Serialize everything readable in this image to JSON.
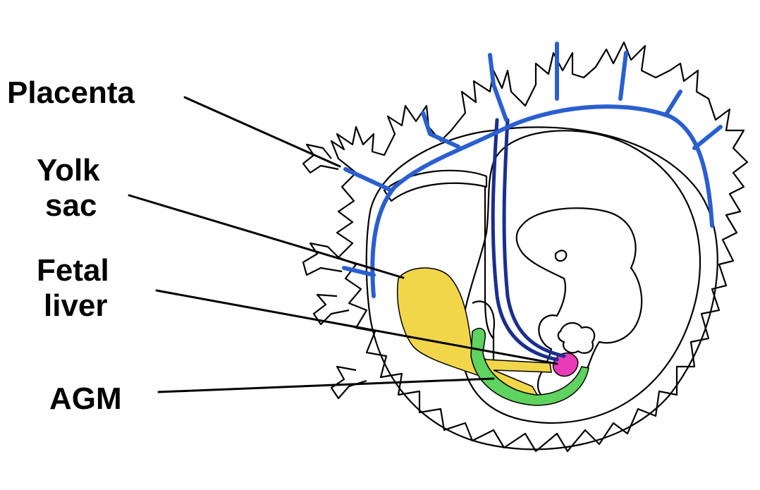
{
  "labels": {
    "placenta": "Placenta",
    "yolk_sac_line1": "Yolk",
    "yolk_sac_line2": "sac",
    "fetal_liver_line1": "Fetal",
    "fetal_liver_line2": "liver",
    "agm": "AGM"
  },
  "colors": {
    "vessels": "#2a5fd0",
    "yolk_sac": "#f2d64a",
    "agm": "#5fd35f",
    "fetal_liver": "#e83bb8",
    "outline": "#000000"
  }
}
